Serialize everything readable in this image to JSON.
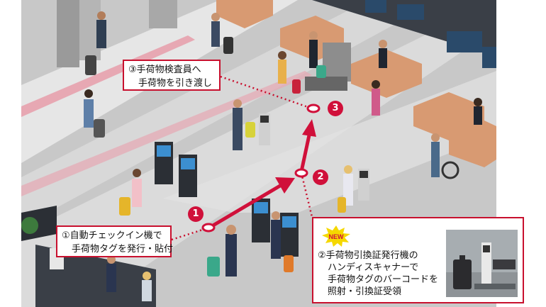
{
  "steps": {
    "step1_number": "1",
    "step2_number": "2",
    "step3_number": "3",
    "step1_lines": [
      "①自動チェックイン機で",
      "手荷物タグを発行・貼付"
    ],
    "step3_lines": [
      "③手荷物検査員へ",
      "手荷物を引き渡し"
    ],
    "step2_lines": [
      "②手荷物引換証発行機の",
      "ハンディスキャナーで",
      "手荷物タグのバーコードを",
      "照射・引換証受領"
    ]
  },
  "badge_text": "NEW",
  "colors": {
    "accent": "#d0103a",
    "floor": "#c9c9c9",
    "walkway": "#e8e8e8",
    "counter": "#d99a72"
  },
  "icons": [
    "new-badge-icon",
    "kiosk-icon",
    "scanner-photo"
  ]
}
